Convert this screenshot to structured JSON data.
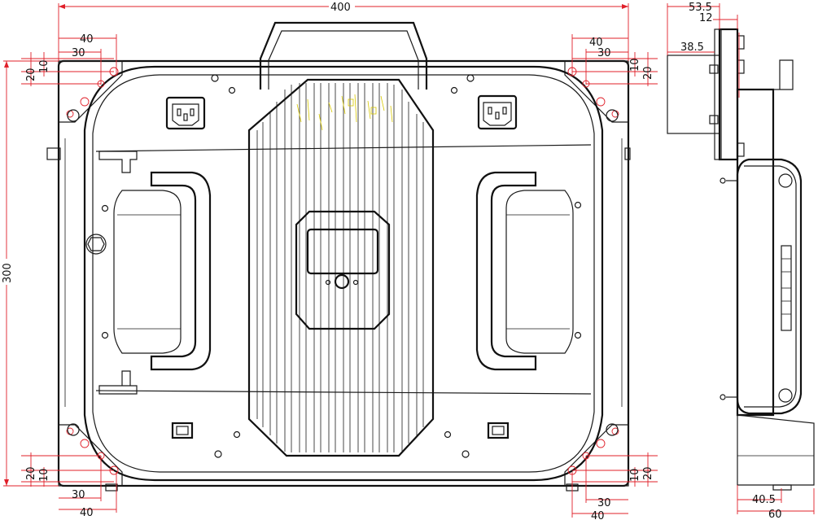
{
  "dimensions": {
    "overall_width": "400",
    "overall_height": "300",
    "top_left": {
      "d40": "40",
      "d30": "30",
      "d10": "10",
      "d20": "20"
    },
    "top_right": {
      "d40": "40",
      "d30": "30",
      "d10": "10",
      "d20": "20"
    },
    "bottom_left": {
      "d40": "40",
      "d30": "30",
      "d10": "10",
      "d20": "20"
    },
    "bottom_right": {
      "d40": "40",
      "d30": "30",
      "d10": "10",
      "d20": "20"
    },
    "side": {
      "d53_5": "53.5",
      "d12": "12",
      "d38_5": "38.5",
      "d40_5": "40.5",
      "d60": "60"
    }
  },
  "colors": {
    "dimension_lines": "#e0202a",
    "outline": "#1a1a1a",
    "wiring": "#d8c800"
  },
  "icons": [
    "power-inlet-icon",
    "rj45-port-icon",
    "screw-icon",
    "handle-icon",
    "display-window-icon"
  ]
}
